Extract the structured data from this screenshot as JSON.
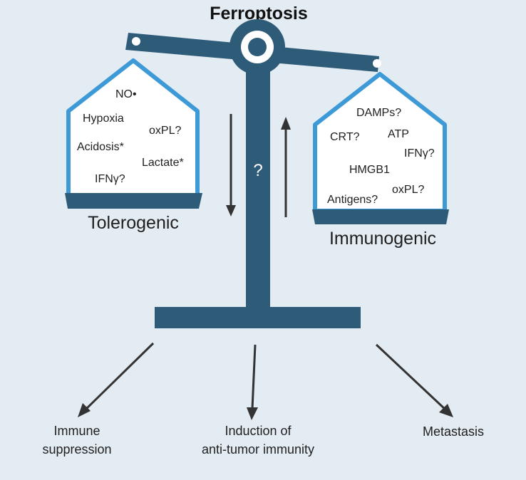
{
  "title": "Ferroptosis",
  "pivot_label": "?",
  "left_pan": {
    "label": "Tolerogenic",
    "items": [
      "NO•",
      "Hypoxia",
      "oxPL?",
      "Acidosis*",
      "Lactate*",
      "IFNγ?"
    ]
  },
  "right_pan": {
    "label": "Immunogenic",
    "items": [
      "DAMPs?",
      "CRT?",
      "ATP",
      "IFNγ?",
      "HMGB1",
      "Antigens?",
      "oxPL?"
    ]
  },
  "outcomes": {
    "left": [
      "Immune",
      "suppression"
    ],
    "center": [
      "Induction of",
      "anti-tumor immunity"
    ],
    "right": [
      "Metastasis"
    ]
  },
  "colors": {
    "scale": "#2d5b78",
    "pan_outline": "#3d9ad6",
    "background": "#e3ebf3",
    "arrow": "#333333"
  }
}
